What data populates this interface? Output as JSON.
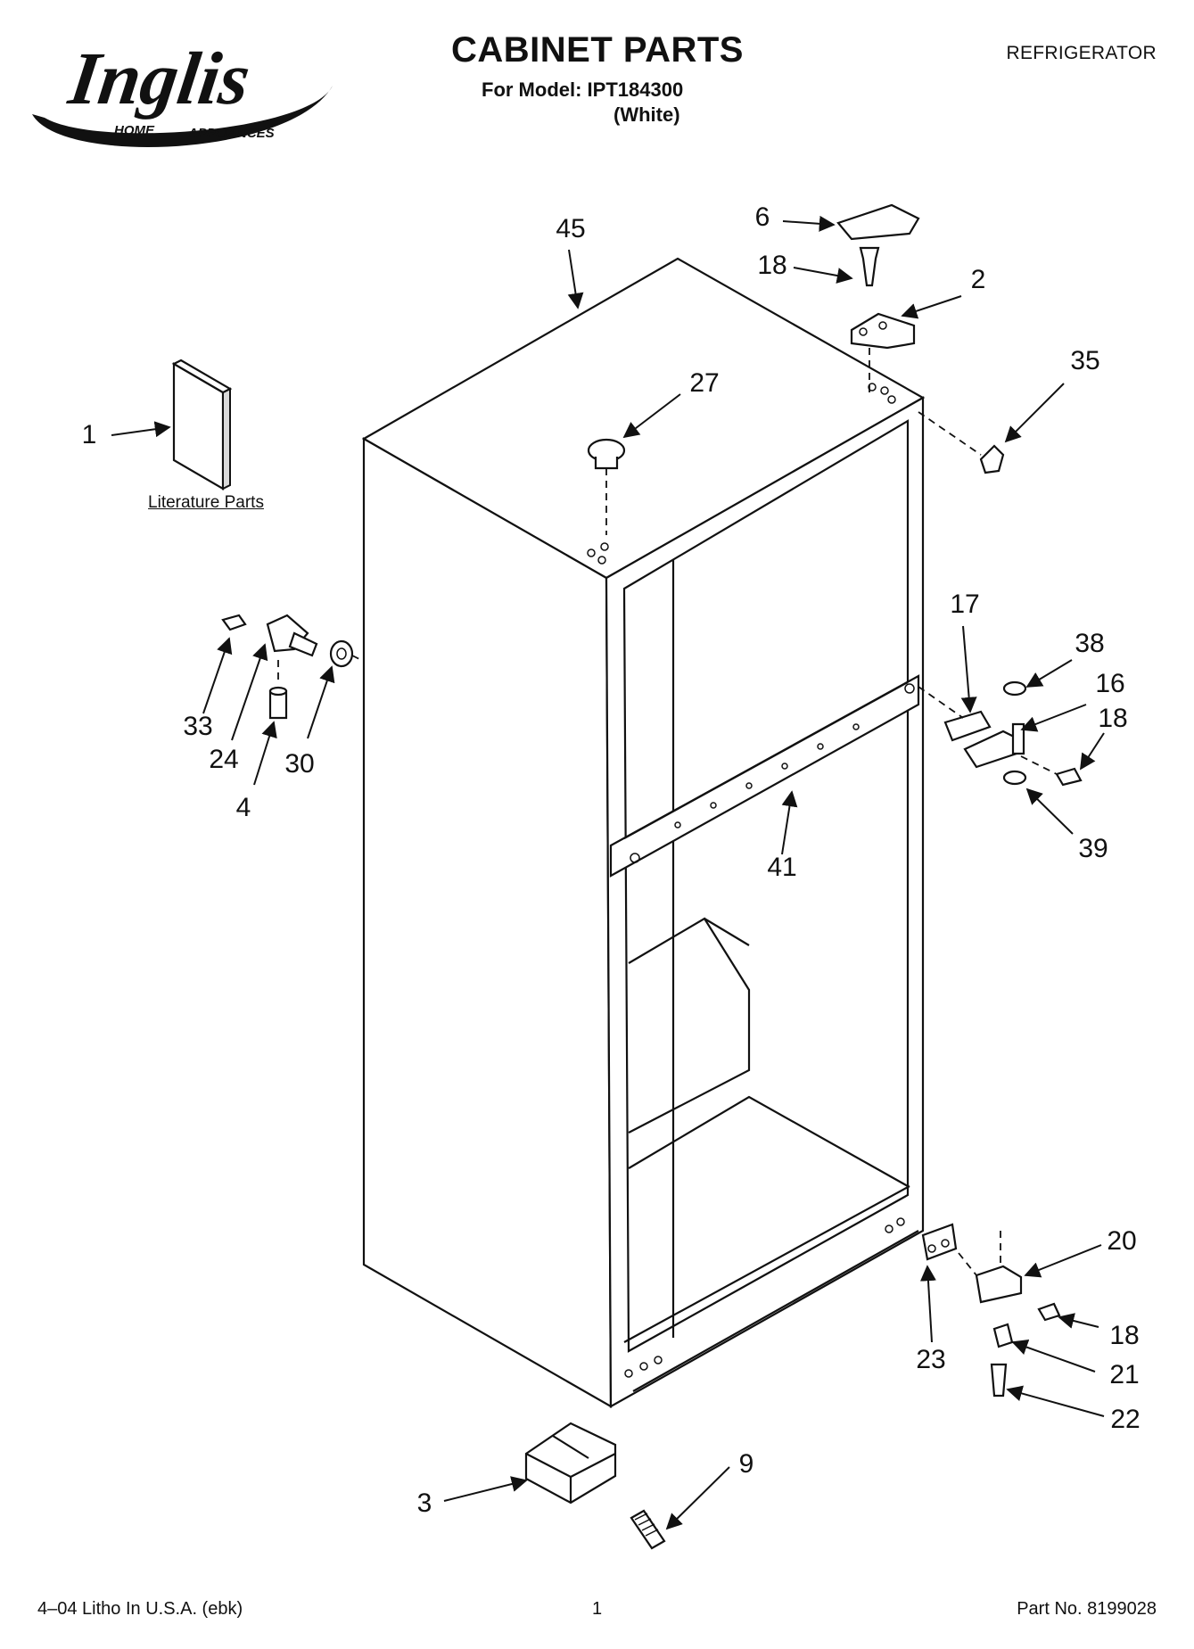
{
  "header": {
    "brand": "Inglis",
    "brand_tagline_left": "HOME",
    "brand_tagline_right": "APPLIANCES",
    "title": "CABINET PARTS",
    "model_line": "For Model: IPT184300",
    "color_line": "(White)",
    "category": "REFRIGERATOR"
  },
  "diagram": {
    "literature_label": "Literature Parts",
    "callouts": [
      {
        "id": "c45",
        "label": "45"
      },
      {
        "id": "c6",
        "label": "6"
      },
      {
        "id": "c18a",
        "label": "18"
      },
      {
        "id": "c2",
        "label": "2"
      },
      {
        "id": "c35",
        "label": "35"
      },
      {
        "id": "c27",
        "label": "27"
      },
      {
        "id": "c1",
        "label": "1"
      },
      {
        "id": "c17",
        "label": "17"
      },
      {
        "id": "c38",
        "label": "38"
      },
      {
        "id": "c16",
        "label": "16"
      },
      {
        "id": "c18b",
        "label": "18"
      },
      {
        "id": "c39",
        "label": "39"
      },
      {
        "id": "c41",
        "label": "41"
      },
      {
        "id": "c33",
        "label": "33"
      },
      {
        "id": "c24",
        "label": "24"
      },
      {
        "id": "c30",
        "label": "30"
      },
      {
        "id": "c4",
        "label": "4"
      },
      {
        "id": "c20",
        "label": "20"
      },
      {
        "id": "c18c",
        "label": "18"
      },
      {
        "id": "c21",
        "label": "21"
      },
      {
        "id": "c22",
        "label": "22"
      },
      {
        "id": "c23",
        "label": "23"
      },
      {
        "id": "c9",
        "label": "9"
      },
      {
        "id": "c3",
        "label": "3"
      }
    ]
  },
  "footer": {
    "left": "4–04 Litho In U.S.A. (ebk)",
    "page": "1",
    "part_no": "Part No. 8199028"
  }
}
